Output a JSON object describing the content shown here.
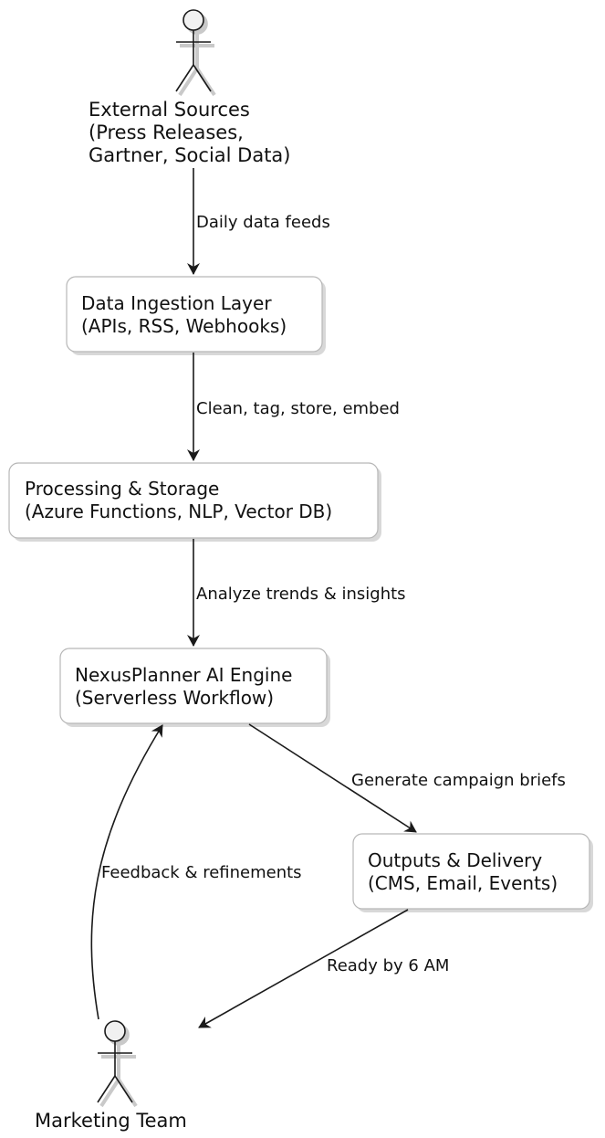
{
  "actors": {
    "external_sources": {
      "lines": [
        "External Sources",
        "(Press Releases,",
        "Gartner, Social Data)"
      ]
    },
    "marketing_team": {
      "lines": [
        "Marketing Team"
      ]
    }
  },
  "nodes": {
    "ingestion": {
      "lines": [
        "Data Ingestion Layer",
        "(APIs, RSS, Webhooks)"
      ]
    },
    "processing": {
      "lines": [
        "Processing & Storage",
        "(Azure Functions, NLP, Vector DB)"
      ]
    },
    "engine": {
      "lines": [
        "NexusPlanner AI Engine",
        "(Serverless Workflow)"
      ]
    },
    "outputs": {
      "lines": [
        "Outputs & Delivery",
        "(CMS, Email, Events)"
      ]
    }
  },
  "edges": {
    "sources_to_ingestion": "Daily data feeds",
    "ingestion_to_processing": "Clean, tag, store, embed",
    "processing_to_engine": "Analyze trends & insights",
    "engine_to_outputs": "Generate campaign briefs",
    "outputs_to_team": "Ready by 6 AM",
    "team_to_engine": "Feedback & refinements"
  }
}
